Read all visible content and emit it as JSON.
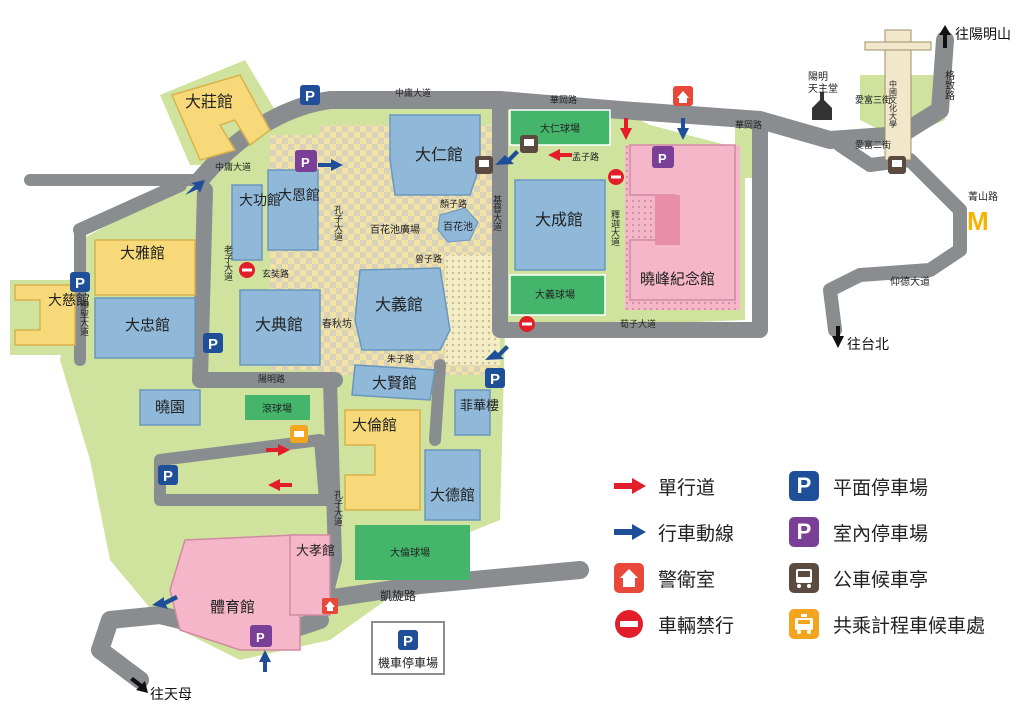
{
  "buildings": {
    "dazhuang": "大莊館",
    "dagong": "大功館",
    "daen": "大恩館",
    "daren": "大仁館",
    "dacheng": "大成館",
    "daya": "大雅館",
    "daci": "大慈館",
    "dazhong": "大忠館",
    "dadian": "大典館",
    "dayi": "大義館",
    "daxian": "大賢館",
    "feihua": "菲華樓",
    "xiaoyuan": "曉園",
    "dalun": "大倫館",
    "dade": "大德館",
    "daxiao": "大孝館",
    "gym": "體育館",
    "xiaofeng": "曉峰紀念館"
  },
  "areas": {
    "dalun_court": "大倫球場",
    "daren_court": "大仁球場",
    "dayi_court": "大義球場",
    "roller_court": "滾球場",
    "baihua_pond": "百花池",
    "baihua_plaza": "百花池廣場",
    "chunqiu": "春秋坊",
    "moto_parking": "機車停車場",
    "church": "陽明\n天主堂",
    "monument": "中國文化大學"
  },
  "roads": {
    "zhongyong_top": "中庸大道",
    "zhongyong_left": "中庸大道",
    "huagang": "華岡路",
    "huagang_right": "華岡路",
    "aifu3": "愛富三街",
    "aifu2": "愛富二街",
    "gezhi": "格致路",
    "jingshan": "菁山路",
    "yangde": "仰德大道",
    "mengzi": "孟子路",
    "yanzi": "顏子路",
    "jidu": "基督大道",
    "shijia": "釋迦大道",
    "xunzi": "荀子大道",
    "zengzi": "曾子路",
    "zhuzi": "朱子路",
    "kongzi": "孔子大道",
    "kongzi_south": "孔子大道",
    "laozi": "老子大道",
    "xuanzang": "玄奘路",
    "muhammad": "穆聖大道",
    "yangming": "陽明路",
    "kaixuan": "凱旋路"
  },
  "destinations": {
    "yangmingshan": "往陽明山",
    "taipei": "往台北",
    "tianmu": "往天母"
  },
  "legend": {
    "one_way": "單行道",
    "traffic_flow": "行車動線",
    "guard": "警衛室",
    "no_entry": "車輛禁行",
    "surface_parking": "平面停車場",
    "indoor_parking": "室內停車場",
    "bus_stop": "公車候車亭",
    "taxi": "共乘計程車候車處"
  },
  "icons": {
    "parking_letter": "P"
  },
  "colors": {
    "road": "#8a8d90",
    "campus_green": "#cfe39e",
    "court_green": "#45b56b",
    "building_blue": "#8fb8d9",
    "building_yellow": "#f7d97a",
    "building_pink": "#f4b6c8",
    "plaza_yellow": "#f2e4a4",
    "parking_blue": "#1f4f99",
    "parking_purple": "#7a3f96",
    "guard_red": "#e8483a",
    "no_entry_red": "#e21e2a",
    "bus_brown": "#5b4a3f",
    "taxi_orange": "#f3a51e",
    "one_way_red": "#e21e2a",
    "flow_blue": "#1f4f99"
  }
}
